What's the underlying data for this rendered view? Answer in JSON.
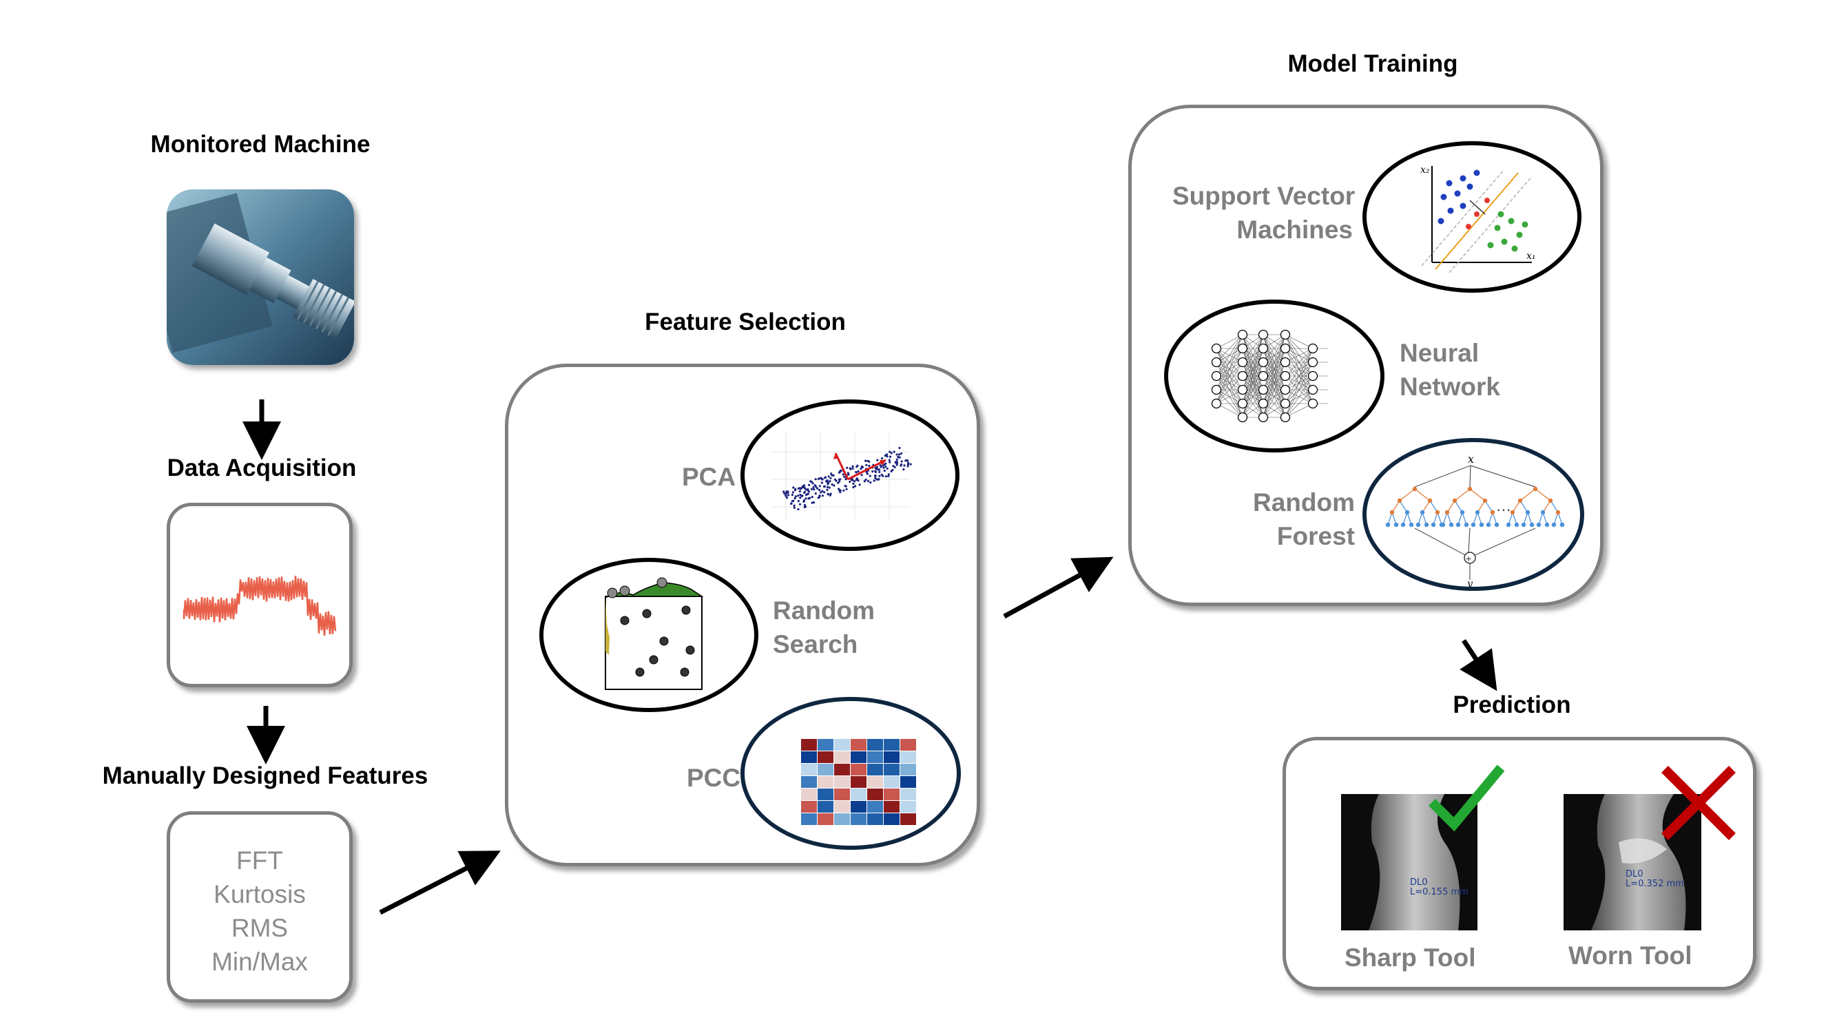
{
  "stages": {
    "machine": {
      "title": "Monitored Machine"
    },
    "acquisition": {
      "title": "Data Acquisition"
    },
    "manual_features": {
      "title": "Manually Designed Features",
      "items": [
        "FFT",
        "Kurtosis",
        "RMS",
        "Min/Max"
      ]
    },
    "feature_selection": {
      "title": "Feature Selection",
      "methods": [
        "PCA",
        "Random\nSearch",
        "PCC"
      ]
    },
    "model_training": {
      "title": "Model Training",
      "models": [
        "Support Vector\nMachines",
        "Neural\nNetwork",
        "Random\nForest"
      ]
    },
    "prediction": {
      "title": "Prediction",
      "outcomes": [
        {
          "label": "Sharp Tool",
          "mark": "check-mark-icon",
          "color": "#22a832",
          "overlay": "DL0\nL=0.155 mm"
        },
        {
          "label": "Worn Tool",
          "mark": "cross-mark-icon",
          "color": "#c00000",
          "overlay": "DL0\nL=0.352 mm"
        }
      ]
    }
  },
  "icons": [
    "lathe-machine-image",
    "signal-waveform-icon",
    "pca-scatter-icon",
    "random-search-icon",
    "pcc-heatmap-icon",
    "svm-plot-icon",
    "neural-network-icon",
    "random-forest-icon",
    "arrow-icon"
  ],
  "colors": {
    "box_border": "#7f7f7f",
    "label_gray": "#7f7f7f",
    "signal": "#e8604a",
    "oval_navy": "#0f2640"
  }
}
